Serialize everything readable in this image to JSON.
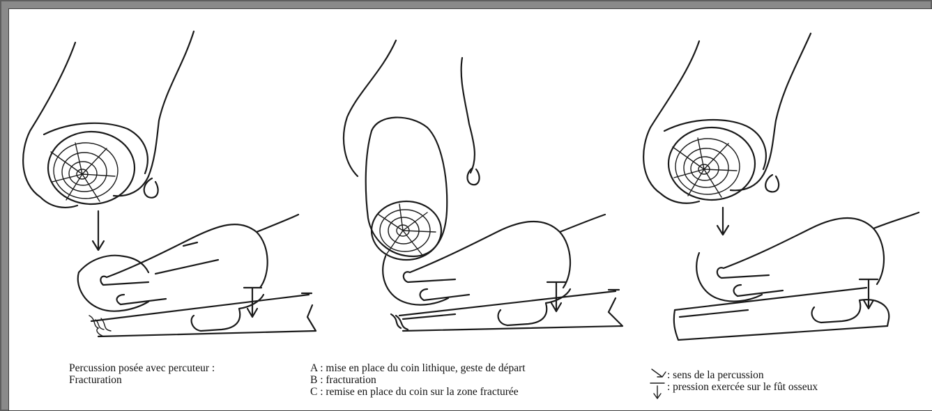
{
  "caption_left": {
    "line1": "Percussion posée avec percuteur :",
    "line2": "Fracturation"
  },
  "caption_middle": {
    "a": "A  : mise en place du coin lithique, geste de départ",
    "b": "B : fracturation",
    "c": "C : remise en place du coin sur la zone fracturée"
  },
  "legend": {
    "percussion": ": sens de la percussion",
    "pression": ": pression exercée sur le fût osseux"
  }
}
